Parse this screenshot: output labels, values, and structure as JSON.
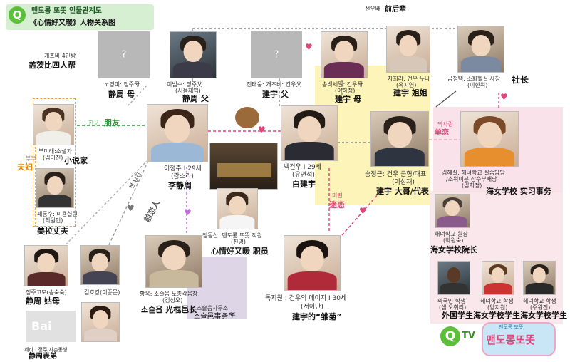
{
  "header": {
    "title_ko": "맨도롱 또똣 인물관계도",
    "title_cn": "《心情好又暖》人物关系图",
    "logo_q": "Q"
  },
  "colors": {
    "pink": "#e0457b",
    "green": "#2e9b3e",
    "yellow": "#fcf4b9",
    "orange_box": "#e8a33a",
    "lavender": "#d8cfe2",
    "rose": "#f7d9e3"
  },
  "top_relation": {
    "ko": "선우배",
    "cn": "前后辈"
  },
  "group_label": {
    "ko": "개츠비 4인방",
    "cn": "盖茨比四人帮"
  },
  "people": {
    "jingzhou_mother": {
      "photo": "?",
      "ko": "노경미: 정주母",
      "cn": "静周 母"
    },
    "jingzhou_father": {
      "ko": "이범수: 정주父",
      "ko2": "(서용재역)",
      "cn": "静周 父"
    },
    "jianyu_father": {
      "photo": "?",
      "ko": "진태웅: 개츠비: 건우父",
      "cn": "建宇 父"
    },
    "jianyu_mother": {
      "ko": "송백세밀: 건우母",
      "ko2": "(이하정)",
      "cn": "建宇 母"
    },
    "jianyu_sister": {
      "ko": "차희라: 건우 누나",
      "ko2": "(옥지영)",
      "cn": "建宇 姐姐"
    },
    "president": {
      "ko": "곰정택: 소화헬실 사장",
      "ko2": "(이한위)",
      "cn": "社长"
    },
    "novelist": {
      "ko": "부미래:소설가",
      "ko2": "(김미진)",
      "cn": "小说家"
    },
    "hairdresser": {
      "ko": "패롱수: 미용실원",
      "ko2": "(최원인)",
      "cn": "美拉丈夫"
    },
    "lee_jingzhou": {
      "ko": "이정주 I 29세",
      "ko2": "(강소라)",
      "cn": "李静周"
    },
    "bai_jianyu": {
      "ko": "백건우 I 29세",
      "ko2": "(유연석)",
      "cn": "白建宇"
    },
    "staff": {
      "ko": "정동산: 맨도롱 또똣 직원",
      "ko2": "(진영)",
      "cn": "心情好又暖 职员"
    },
    "big_brother": {
      "ko": "송정근: 건우 큰형/대표",
      "ko2": "(이성재)",
      "cn": "建宇 大哥/代表"
    },
    "intern": {
      "ko": "김혜실: 해녀학교 실습담당",
      "ko2": "/소위미분 장수부패당",
      "ko3": "(김희정)",
      "cn": "海女学校 实习事务"
    },
    "principal": {
      "ko": "해녀학교 원장",
      "ko2": "(박원숙)",
      "cn": "海女学校院长"
    },
    "aunt": {
      "ko": "정주고모(송숙숙)",
      "cn": "静周 姑母"
    },
    "cousin_male": {
      "ko": "김호강(이종문)"
    },
    "chief": {
      "ko": "황옥: 소슬읍 노총각읍장",
      "ko2": "(김성오)",
      "cn": "소슬읍 光棍邑长"
    },
    "daisy": {
      "ko": "독지원 : 건우의 데이지 I 30세",
      "ko2": "(서이안)",
      "cn": "建宇的“雏菊”"
    },
    "foreign_student": {
      "ko": "외국인 학생",
      "ko2": "(샘 오취리)",
      "cn": "外国学生"
    },
    "student1": {
      "ko": "해녀학교 학생",
      "ko2": "(양지원)",
      "cn": "海女学校学生"
    },
    "student2": {
      "ko": "해녀학교 학생",
      "ko2": "(주원진)",
      "cn": "海女学校学生"
    },
    "cousin": {
      "ko": "세라 · 정주 사촌동생",
      "cn": "静周表弟"
    }
  },
  "relations": {
    "friend": {
      "ko": "친구",
      "cn": "朋友"
    },
    "couple": {
      "ko": "부부",
      "cn": "夫妇"
    },
    "ex_lover": {
      "ko": "전 남친",
      "cn": "前恋人"
    },
    "obsession": {
      "ko": "미련",
      "cn": "迷恋"
    },
    "unrequited": {
      "ko": "짝사랑",
      "cn": "单恋"
    }
  },
  "office": {
    "ko": "소슬읍사무소",
    "cn": "소슬邑事务所"
  },
  "watermark": "Bai",
  "brand": {
    "q": "Q",
    "tv": "TV",
    "show": "맨도롱또똣",
    "show_small": "맨도롱 또똣"
  }
}
